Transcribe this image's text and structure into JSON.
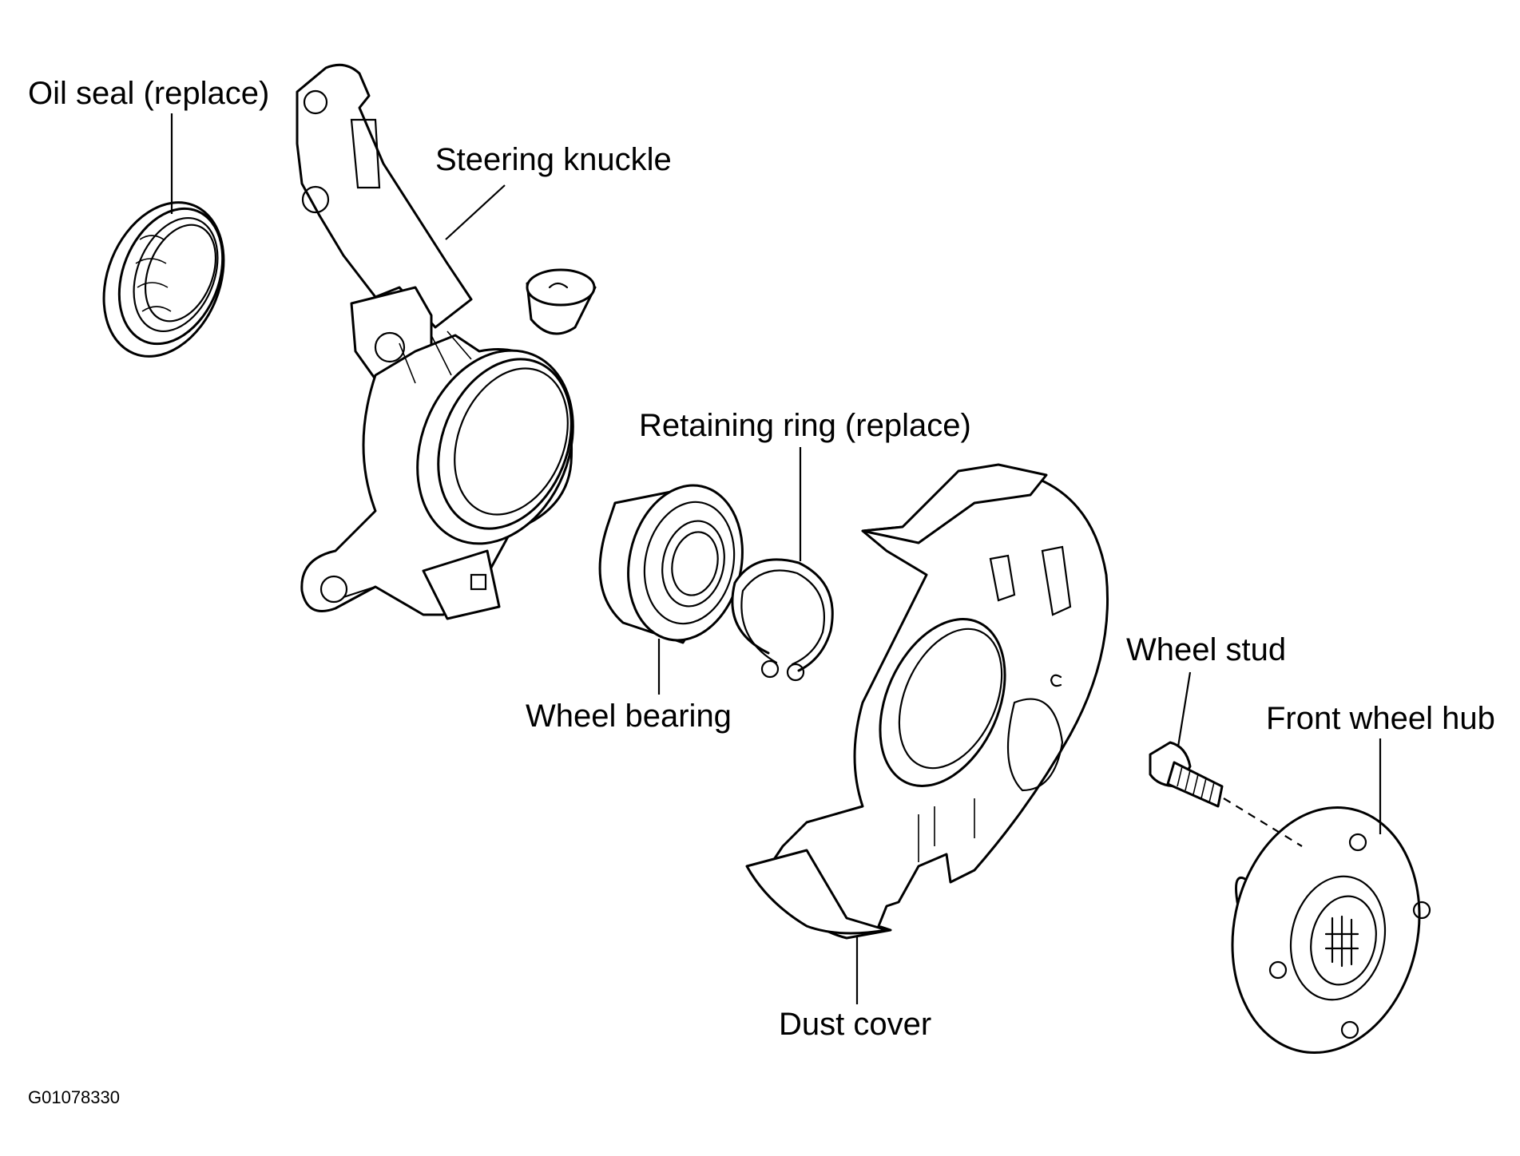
{
  "labels": {
    "oil_seal": "Oil seal (replace)",
    "steering_knuckle": "Steering knuckle",
    "retaining_ring": "Retaining ring (replace)",
    "wheel_bearing": "Wheel bearing",
    "wheel_stud": "Wheel stud",
    "front_wheel_hub": "Front wheel hub",
    "dust_cover": "Dust cover"
  },
  "figure_code": "G01078330",
  "colors": {
    "line": "#000000",
    "background": "#ffffff"
  }
}
